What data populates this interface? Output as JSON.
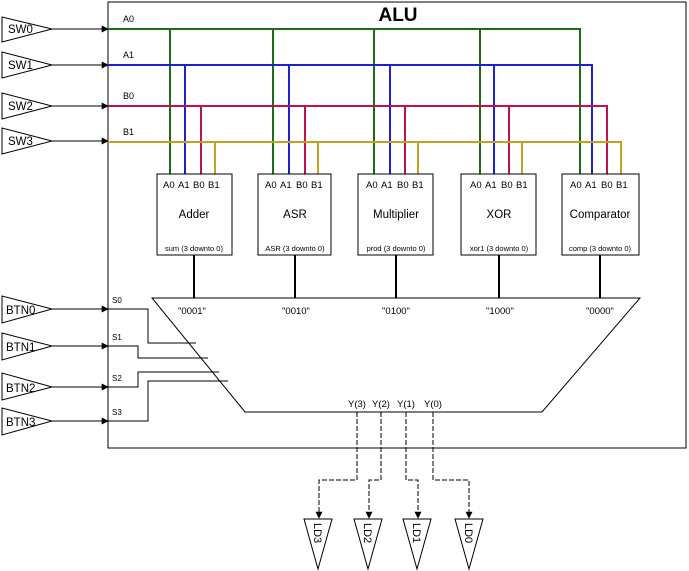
{
  "title": "ALU",
  "switches": [
    "SW0",
    "SW1",
    "SW2",
    "SW3"
  ],
  "bus_labels": [
    "A0",
    "A1",
    "B0",
    "B1"
  ],
  "buttons": [
    "BTN0",
    "BTN1",
    "BTN2",
    "BTN3"
  ],
  "select_labels": [
    "S0",
    "S1",
    "S2",
    "S3"
  ],
  "port_labels": [
    "A0",
    "A1",
    "B0",
    "B1"
  ],
  "blocks": [
    {
      "name": "Adder",
      "output": "sum (3 downto 0)",
      "code": "\"0001\""
    },
    {
      "name": "ASR",
      "output": "ASR (3 downto 0)",
      "code": "\"0010\""
    },
    {
      "name": "Multiplier",
      "output": "prod (3 downto 0)",
      "code": "\"0100\""
    },
    {
      "name": "XOR",
      "output": "xor1 (3 downto 0)",
      "code": "\"1000\""
    },
    {
      "name": "Comparator",
      "output": "comp (3 downto 0)",
      "code": "\"0000\""
    }
  ],
  "mux_outputs": [
    "Y(3)",
    "Y(2)",
    "Y(1)",
    "Y(0)"
  ],
  "leds": [
    "LD3",
    "LD2",
    "LD1",
    "LD0"
  ],
  "colors": {
    "A0": "#1a6e1a",
    "A1": "#1f1fd1",
    "B0": "#c0104d",
    "B1": "#c4a11f",
    "line": "#000000"
  }
}
